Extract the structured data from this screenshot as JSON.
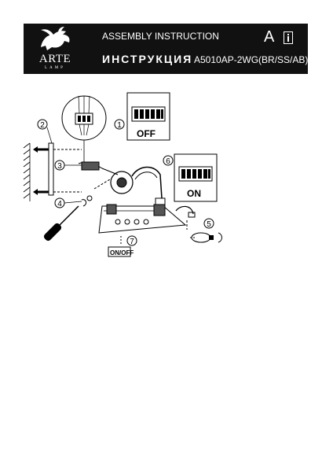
{
  "header": {
    "brand": "ARTE",
    "brand_sub": "LAMP",
    "title_en": "ASSEMBLY INSTRUCTION",
    "title_ru": "ИНСТРУКЦИЯ",
    "model": "A5010AP-2WG(BR/SS/AB)",
    "lang_letter": "A",
    "book_icon": "instruction-book-icon"
  },
  "diagram": {
    "steps": [
      "1",
      "2",
      "3",
      "4",
      "5",
      "6",
      "7"
    ],
    "panel_off_label": "OFF",
    "panel_on_label": "ON",
    "switch_label": "ON/OFF",
    "icons": [
      "screwdriver-icon",
      "bulb-icon",
      "wall-icon",
      "arrow-icon"
    ]
  }
}
